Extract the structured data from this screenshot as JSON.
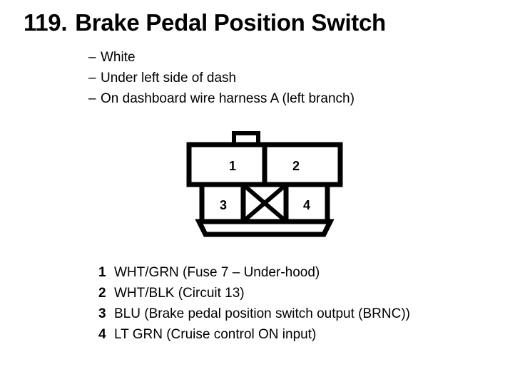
{
  "title": {
    "number": "119.",
    "text": "Brake Pedal Position Switch"
  },
  "bullets": [
    {
      "dash": "–",
      "text": "White"
    },
    {
      "dash": "–",
      "text": "Under left side of dash"
    },
    {
      "dash": "–",
      "text": "On dashboard wire harness A (left branch)"
    }
  ],
  "connector": {
    "cavities": [
      {
        "label": "1"
      },
      {
        "label": "2"
      },
      {
        "label": "3"
      },
      {
        "label": "4"
      }
    ],
    "blocked_cavity_marker": "X"
  },
  "pins": [
    {
      "number": "1",
      "description": "WHT/GRN (Fuse 7 – Under-hood)"
    },
    {
      "number": "2",
      "description": "WHT/BLK (Circuit 13)"
    },
    {
      "number": "3",
      "description": "BLU (Brake pedal position switch output (BRNC))"
    },
    {
      "number": "4",
      "description": "LT GRN (Cruise control ON input)"
    }
  ],
  "colors": {
    "ink": "#000000",
    "page": "#ffffff"
  }
}
